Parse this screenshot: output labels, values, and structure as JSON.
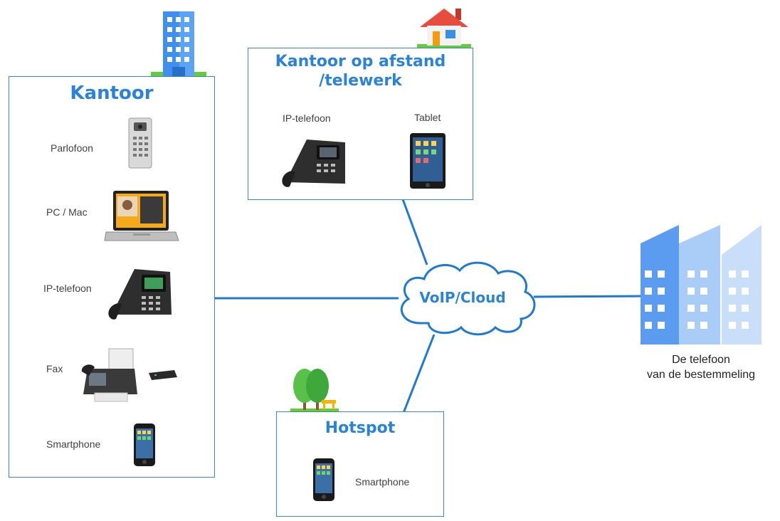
{
  "office": {
    "title": "Kantoor",
    "devices": {
      "intercom": "Parlofoon",
      "pc": "PC / Mac",
      "ip_phone": "IP-telefoon",
      "fax": "Fax",
      "smartphone": "Smartphone"
    }
  },
  "remote": {
    "title_line1": "Kantoor op afstand",
    "title_line2": "/telewerk",
    "devices": {
      "ip_phone": "IP-telefoon",
      "tablet": "Tablet"
    }
  },
  "hotspot": {
    "title": "Hotspot",
    "devices": {
      "smartphone": "Smartphone"
    }
  },
  "cloud": {
    "label": "VoIP/Cloud"
  },
  "destination": {
    "line1": "De telefoon",
    "line2": "van de bestemmeling"
  },
  "colors": {
    "accent": "#2b82d9",
    "link": "#1f78d1",
    "box_border": "#3b86c9",
    "building_dark": "#5b9cf0",
    "building_light": "#a9cdf7",
    "grass": "#66cc33"
  }
}
